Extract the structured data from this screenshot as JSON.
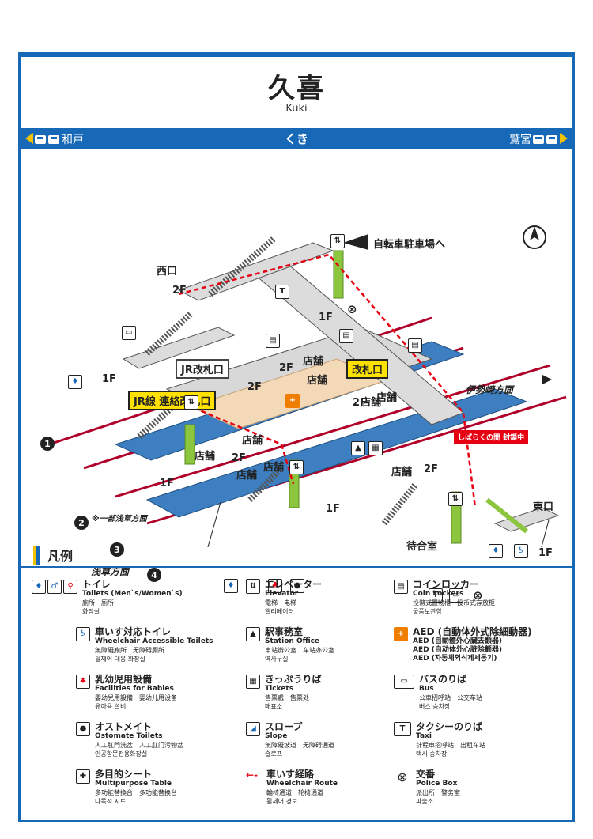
{
  "station": {
    "name": "久喜",
    "roman": "Kuki",
    "name_kana": "くき",
    "prev": "和戸",
    "next": "鷲宮"
  },
  "map_labels": {
    "west_exit": "西口",
    "east_exit": "東口",
    "bicycle": "自転車駐車場へ",
    "jr_gate": "JR改札口",
    "jr_transfer_gate": "JR線 連絡改札口",
    "gate": "改札口",
    "closed_notice": "しばらくの間 封鎖中",
    "isesaki": "伊勢崎",
    "isesaki_suffix": "方面",
    "asakusa": "浅草",
    "asakusa_suffix": "方面",
    "partial_asakusa": "※一部浅草方面",
    "waiting_room": "待合室",
    "shop": "店舗",
    "floor_2f": "2F",
    "floor_1f": "1F",
    "aed": "AED"
  },
  "platforms": [
    "1",
    "2",
    "3",
    "4"
  ],
  "legend": {
    "title": "凡例",
    "items": [
      {
        "ja": "トイレ",
        "en": "Toilets (Men`s/Women`s)",
        "zh": "廁所　厕所",
        "ko": "화장실",
        "icon": "toilet-icon"
      },
      {
        "ja": "車いす対応トイレ",
        "en": "Wheelchair Accessible Toilets",
        "zh": "無障礙廁所　无障碍厕所",
        "ko": "휠체어 대응 화장실",
        "icon": "wheelchair-icon"
      },
      {
        "ja": "乳幼児用設備",
        "en": "Facilities for Babies",
        "zh": "嬰幼兒用設備　婴幼儿用设备",
        "ko": "유아용 설비",
        "icon": "baby-icon"
      },
      {
        "ja": "オストメイト",
        "en": "Ostomate Toilets",
        "zh": "人工肛門洗盆　人工肛门污物盆",
        "ko": "인공항문전용화장실",
        "icon": "ostomate-icon"
      },
      {
        "ja": "多目的シート",
        "en": "Multipurpose Table",
        "zh": "多功能替換台　多功能替换台",
        "ko": "다목적 시트",
        "icon": "multipurpose-table-icon"
      },
      {
        "ja": "エレベーター",
        "en": "Elevator",
        "zh": "電梯　电梯",
        "ko": "엘리베이터",
        "icon": "elevator-icon"
      },
      {
        "ja": "駅事務室",
        "en": "Station Office",
        "zh": "車站辦公室　车站办公室",
        "ko": "역사무실",
        "icon": "station-office-icon"
      },
      {
        "ja": "きっぷうりば",
        "en": "Tickets",
        "zh": "售票處　售票处",
        "ko": "매표소",
        "icon": "tickets-icon"
      },
      {
        "ja": "スロープ",
        "en": "Slope",
        "zh": "無障礙坡道　无障碍通道",
        "ko": "슬로프",
        "icon": "slope-icon"
      },
      {
        "ja": "車いす経路",
        "en": "Wheelchair Route",
        "zh": "輪椅通道　轮椅通道",
        "ko": "휠체어 경로",
        "icon": "wheelchair-route-icon"
      },
      {
        "ja": "コインロッカー",
        "en": "Coin Lockers",
        "zh": "投幣式置物櫃　投币式存放柜",
        "ko": "물품보관함",
        "icon": "coin-locker-icon"
      },
      {
        "ja": "AED (自動体外式除細動器)",
        "en": "AED (自動體外心臟去顫器)",
        "zh": "AED (自动体外心脏除颤器)",
        "ko": "AED (자동체외식제세동기)",
        "icon": "aed-icon"
      },
      {
        "ja": "バスのりば",
        "en": "Bus",
        "zh": "公車招呼站　公交车站",
        "ko": "버스 승차장",
        "icon": "bus-icon"
      },
      {
        "ja": "タクシーのりば",
        "en": "Taxi",
        "zh": "計程車招呼站　出租车站",
        "ko": "택시 승차장",
        "icon": "taxi-icon"
      },
      {
        "ja": "交番",
        "en": "Police Box",
        "zh": "派出所　警务室",
        "ko": "파출소",
        "icon": "police-box-icon"
      }
    ]
  },
  "colors": {
    "brand": "#1769b8",
    "highlight": "#ffe100",
    "route": "#e60012",
    "green": "#8cc63f",
    "platform": "#3e7fc1"
  }
}
